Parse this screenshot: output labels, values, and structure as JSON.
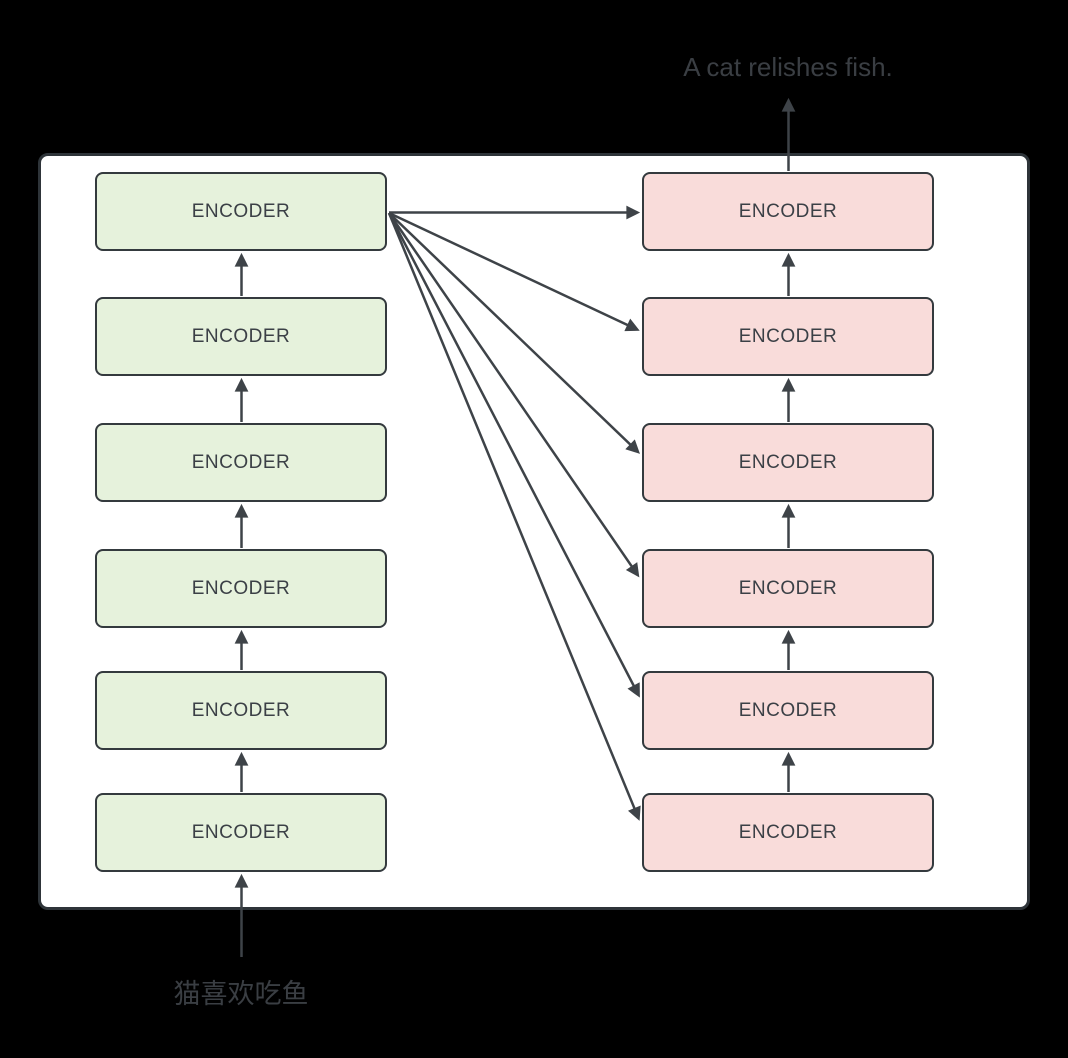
{
  "output_sentence": "A cat relishes fish.",
  "input_sentence": "猫喜欢吃鱼",
  "left_stack": {
    "labels": [
      "ENCODER",
      "ENCODER",
      "ENCODER",
      "ENCODER",
      "ENCODER",
      "ENCODER"
    ]
  },
  "right_stack": {
    "labels": [
      "ENCODER",
      "ENCODER",
      "ENCODER",
      "ENCODER",
      "ENCODER",
      "ENCODER"
    ]
  },
  "colors": {
    "canvas_bg": "#000000",
    "panel_fill": "#ffffff",
    "panel_border": "#2e3439",
    "box_border": "#343a3e",
    "green_fill": "#e6f2dc",
    "pink_fill": "#f9dcda",
    "arrow": "#3e4348",
    "box_text": "#3b4046",
    "outside_text": "#3a3e43"
  }
}
